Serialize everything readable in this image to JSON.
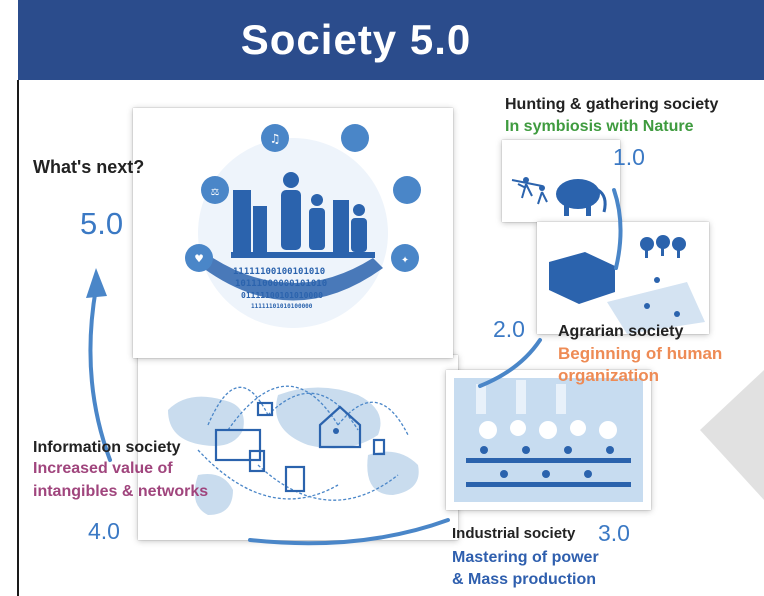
{
  "title": "Society 5.0",
  "society_50": {
    "label": "What's next?",
    "number": "5.0"
  },
  "society_10": {
    "name": "Hunting & gathering society",
    "description": "In symbiosis with Nature",
    "number": "1.0"
  },
  "society_20": {
    "name": "Agrarian society",
    "description_line1": "Beginning of human",
    "description_line2": "organization",
    "number": "2.0"
  },
  "society_30": {
    "name": "Industrial society",
    "description_line1": "Mastering of power",
    "description_line2": "& Mass production",
    "number": "3.0"
  },
  "society_40": {
    "name": "Information society",
    "description_line1": "Increased value of",
    "description_line2": "intangibles & networks",
    "number": "4.0"
  },
  "binary_text": {
    "line1": "11111100100101010",
    "line2": "10111000000101010",
    "line3": "01111100101010000",
    "line4": "11111101010100000"
  },
  "colors": {
    "header": "#2b4c8c",
    "arrow": "#4a86c8",
    "illustration": "#2b63ad",
    "green": "#3f9b3f",
    "orange": "#ee8b55",
    "purple": "#a0457d",
    "blue": "#2f5fae"
  }
}
